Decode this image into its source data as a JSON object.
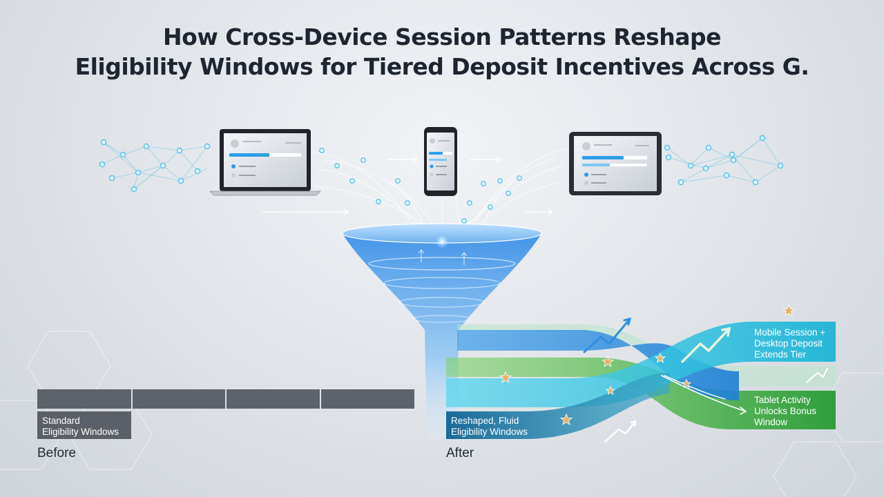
{
  "title": {
    "line1": "How Cross-Device Session Patterns Reshape",
    "line2": "Eligibility Windows for Tiered Deposit Incentives Across G."
  },
  "before": {
    "box_line1": "Standard",
    "box_line2": "Eligibility Windows",
    "caption": "Before"
  },
  "after": {
    "box_line1": "Reshaped, Fluid",
    "box_line2": "Eligibility Windows",
    "caption": "After"
  },
  "callouts": {
    "mobile_desktop": [
      "Mobile Session +",
      "Desktop Deposit",
      "Extends Tier"
    ],
    "tablet": [
      "Tablet Activity",
      "Unlocks Bonus",
      "Window"
    ]
  },
  "devices": {
    "laptop_icon": "laptop-icon",
    "phone_icon": "smartphone-icon",
    "tablet_icon": "tablet-icon",
    "funnel_icon": "funnel-icon",
    "star_icon": "star-icon"
  },
  "colors": {
    "blue_band": "#2a8fd8",
    "cyan_band": "#1fb8d8",
    "green_band": "#3aa845",
    "dark_bar": "#5b6068",
    "star": "#e0b060"
  }
}
